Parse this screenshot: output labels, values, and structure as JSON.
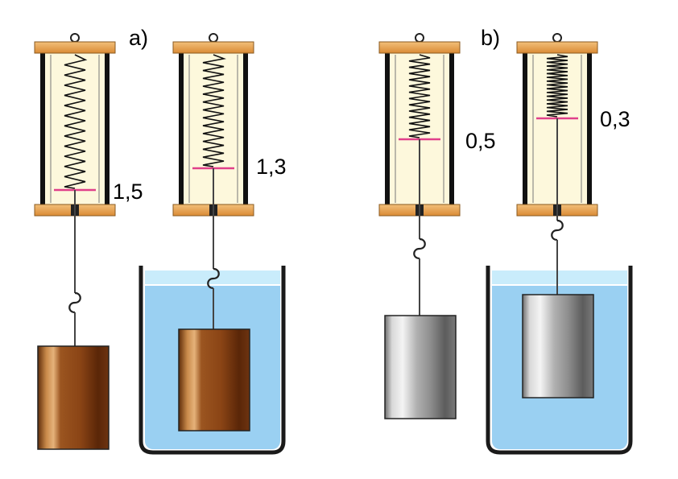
{
  "panels": [
    {
      "label": "a)",
      "setups": [
        {
          "reading": "1,5",
          "in_water": false,
          "weight": "copper-cylinder"
        },
        {
          "reading": "1,3",
          "in_water": true,
          "weight": "copper-cylinder"
        }
      ]
    },
    {
      "label": "b)",
      "setups": [
        {
          "reading": "0,5",
          "in_water": false,
          "weight": "steel-cylinder"
        },
        {
          "reading": "0,3",
          "in_water": true,
          "weight": "steel-cylinder"
        }
      ]
    }
  ],
  "colors": {
    "frame_wood": "#e8a24c",
    "frame_inner": "#fdf8dc",
    "marker": "#e0408a",
    "water": "#9ad0f2",
    "water_surface": "#c9ecfb",
    "copper": "#8b4a1c",
    "steel": "#9a9a9a"
  }
}
